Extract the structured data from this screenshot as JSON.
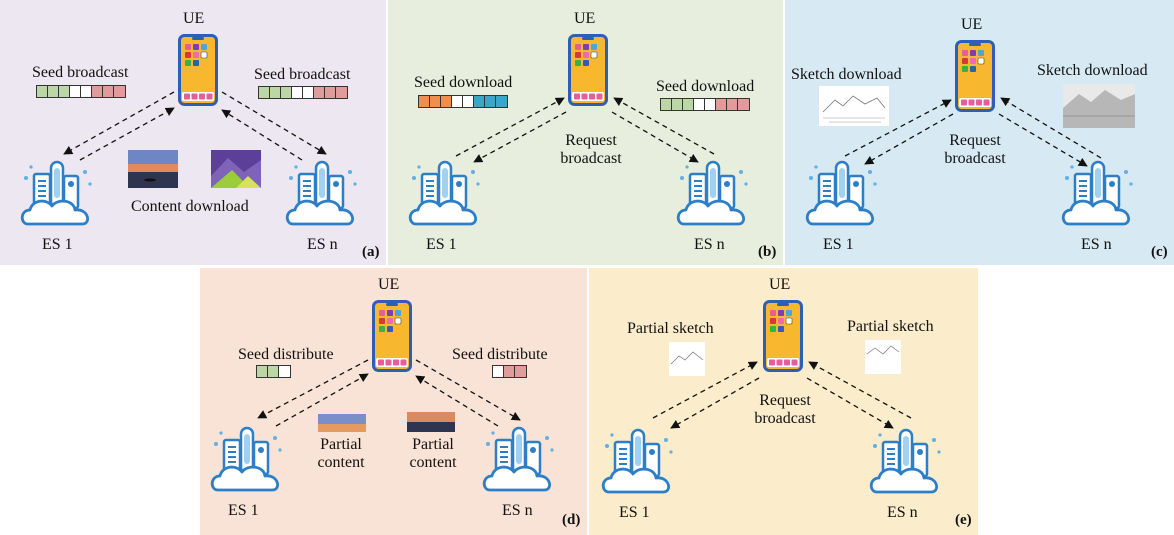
{
  "colors": {
    "panel_a": "#ece7f0",
    "panel_b": "#e7eedd",
    "panel_c": "#d7eaf3",
    "panel_d": "#f9e3d6",
    "panel_e": "#fbeccb",
    "phone_body": "#f7b830",
    "phone_frame": "#2f5fb5",
    "server": "#2c7fc6"
  },
  "panels": {
    "a": {
      "tag": "(a)",
      "ue": "UE",
      "es1": "ES 1",
      "esn": "ES n",
      "left_text": "Seed broadcast",
      "right_text": "Seed broadcast",
      "center_text": "Content download",
      "left_segments": [
        "#bcd7a6",
        "#bcd7a6",
        "#bcd7a6",
        "#ffffff",
        "#ffffff",
        "#e09b9b",
        "#e09b9b",
        "#e09b9b"
      ],
      "right_segments": [
        "#bcd7a6",
        "#bcd7a6",
        "#bcd7a6",
        "#ffffff",
        "#ffffff",
        "#e09b9b",
        "#e09b9b",
        "#e09b9b"
      ]
    },
    "b": {
      "tag": "(b)",
      "ue": "UE",
      "es1": "ES 1",
      "esn": "ES n",
      "left_text": "Seed download",
      "right_text": "Seed download",
      "center_text": "Request broadcast",
      "left_segments": [
        "#ee8f4e",
        "#ee8f4e",
        "#ee8f4e",
        "#ffffff",
        "#ffffff",
        "#3aa6c9",
        "#3aa6c9",
        "#3aa6c9"
      ],
      "right_segments": [
        "#bcd7a6",
        "#bcd7a6",
        "#bcd7a6",
        "#ffffff",
        "#ffffff",
        "#e09b9b",
        "#e09b9b",
        "#e09b9b"
      ]
    },
    "c": {
      "tag": "(c)",
      "ue": "UE",
      "es1": "ES 1",
      "esn": "ES n",
      "left_text": "Sketch download",
      "right_text": "Sketch download",
      "center_text": "Request broadcast"
    },
    "d": {
      "tag": "(d)",
      "ue": "UE",
      "es1": "ES 1",
      "esn": "ES n",
      "left_text": "Seed distribute",
      "right_text": "Seed distribute",
      "mid_left_text": "Partial content",
      "mid_right_text": "Partial content",
      "left_segments": [
        "#bcd7a6",
        "#bcd7a6",
        "#ffffff"
      ],
      "right_segments": [
        "#ffffff",
        "#e09b9b",
        "#e09b9b"
      ]
    },
    "e": {
      "tag": "(e)",
      "ue": "UE",
      "es1": "ES 1",
      "esn": "ES n",
      "left_text": "Partial sketch",
      "right_text": "Partial sketch",
      "center_text": "Request broadcast"
    }
  }
}
